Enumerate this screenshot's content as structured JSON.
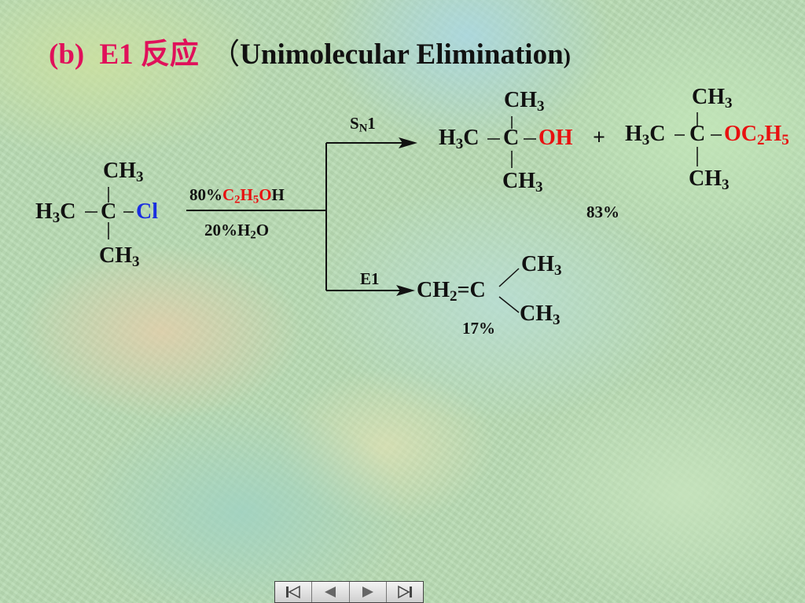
{
  "title": {
    "label": "(b)",
    "reaction_name": "E1 反应",
    "open_paren": "（",
    "english": "Unimolecular Elimination",
    "close_paren": ")"
  },
  "reactant": {
    "top": "CH",
    "top_sub": "3",
    "left": "H",
    "left_sub": "3",
    "left_tail": "C",
    "center": "C",
    "group": "Cl",
    "bottom": "CH",
    "bottom_sub": "3"
  },
  "conditions": {
    "line1_prefix": "80%",
    "line1_c": "C",
    "line1_c_sub": "2",
    "line1_h": "H",
    "line1_h_sub": "5",
    "line1_o": "O",
    "line1_suffix": "H",
    "line2_prefix": "20%H",
    "line2_sub": "2",
    "line2_suffix": "O"
  },
  "sn1": {
    "s": "S",
    "sub": "N",
    "num": "1"
  },
  "e1": {
    "label": "E1"
  },
  "product_alcohol": {
    "top": "CH",
    "top_sub": "3",
    "left": "H",
    "left_sub": "3",
    "left_tail": "C",
    "center": "C",
    "group": "OH",
    "bottom": "CH",
    "bottom_sub": "3"
  },
  "plus": "+",
  "product_ether": {
    "top": "CH",
    "top_sub": "3",
    "left": "H",
    "left_sub": "3",
    "left_tail": "C",
    "center": "C",
    "group_o": "OC",
    "group_sub1": "2",
    "group_h": "H",
    "group_sub2": "5",
    "bottom": "CH",
    "bottom_sub": "3"
  },
  "substitution_yield": "83%",
  "product_alkene": {
    "ch": "CH",
    "ch_sub": "2",
    "eq_c": "=C",
    "top": "CH",
    "top_sub": "3",
    "bottom": "CH",
    "bottom_sub": "3"
  },
  "elimination_yield": "17%",
  "nav": {
    "buttons": [
      "first-slide-icon",
      "previous-slide-icon",
      "next-slide-icon",
      "last-slide-icon"
    ]
  }
}
